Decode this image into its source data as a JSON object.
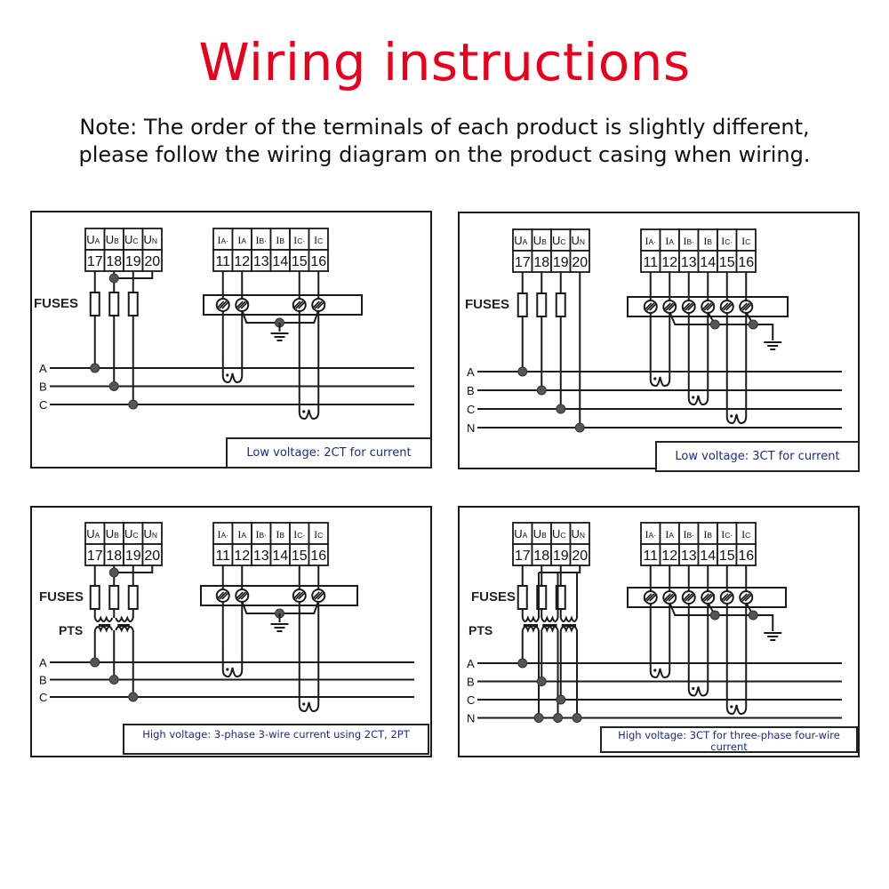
{
  "header": {
    "title": "Wiring instructions",
    "note_line1": "Note: The order of the terminals of each product is slightly different,",
    "note_line2": "please follow the wiring diagram on the product casing when wiring."
  },
  "colors": {
    "title": "#e8001c",
    "note": "#111111",
    "caption": "#1b2a8a",
    "line": "#1a1a1a",
    "junction": "#555555"
  },
  "terminals": {
    "voltage": [
      {
        "label": "UA",
        "sub": "A",
        "number": "17"
      },
      {
        "label": "UB",
        "sub": "B",
        "number": "18"
      },
      {
        "label": "UC",
        "sub": "C",
        "number": "19"
      },
      {
        "label": "UN",
        "sub": "N",
        "number": "20"
      }
    ],
    "current": [
      {
        "label": "IA·",
        "number": "11"
      },
      {
        "label": "IA",
        "number": "12"
      },
      {
        "label": "IB·",
        "number": "13"
      },
      {
        "label": "IB",
        "number": "14"
      },
      {
        "label": "IC·",
        "number": "15"
      },
      {
        "label": "IC",
        "number": "16"
      }
    ]
  },
  "labels": {
    "fuses": "FUSES",
    "pts": "PTS"
  },
  "diagrams": [
    {
      "id": "low-2ct",
      "caption": "Low voltage: 2CT for current",
      "phases": [
        "A",
        "B",
        "C"
      ],
      "ct_count": 2,
      "pt": false
    },
    {
      "id": "low-3ct",
      "caption": "Low voltage: 3CT for current",
      "phases": [
        "A",
        "B",
        "C",
        "N"
      ],
      "ct_count": 3,
      "pt": false
    },
    {
      "id": "high-2ct-2pt",
      "caption": "High voltage: 3-phase 3-wire current using 2CT, 2PT",
      "phases": [
        "A",
        "B",
        "C"
      ],
      "ct_count": 2,
      "pt": true
    },
    {
      "id": "high-3ct",
      "caption": "High voltage: 3CT for three-phase four-wire current",
      "phases": [
        "A",
        "B",
        "C",
        "N"
      ],
      "ct_count": 3,
      "pt": true
    }
  ]
}
